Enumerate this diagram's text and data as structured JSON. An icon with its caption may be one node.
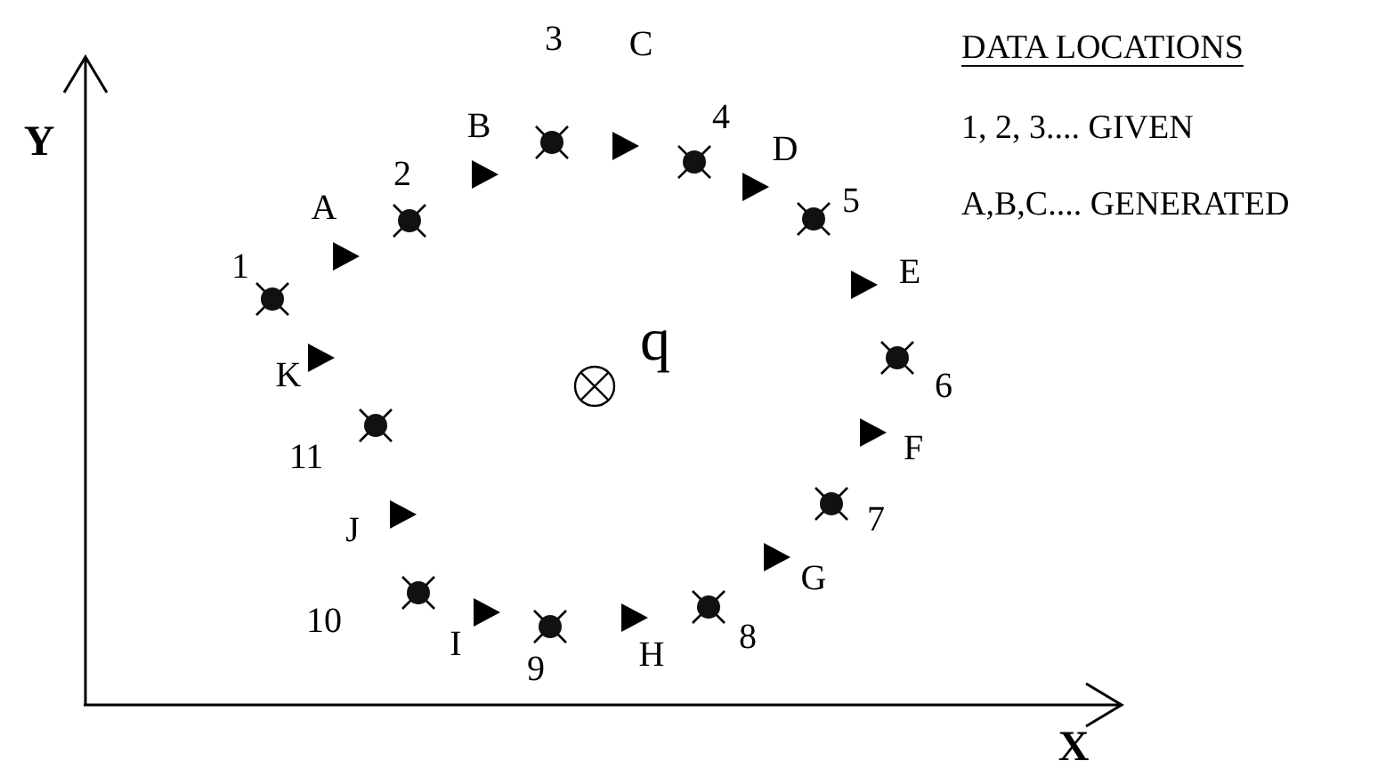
{
  "diagram": {
    "labels": [
      "DATA LOCATIONS",
      "Y",
      "3",
      "C",
      "B",
      "4",
      "1, 2, 3.... GIVEN",
      "2",
      "D",
      "5",
      "A",
      "A,B,C.... GENERATED",
      "1",
      "E",
      "q",
      "K",
      "6",
      "11",
      "F",
      "7",
      "J",
      "G",
      "10",
      "8",
      "I",
      "9",
      "H",
      "X"
    ]
  }
}
